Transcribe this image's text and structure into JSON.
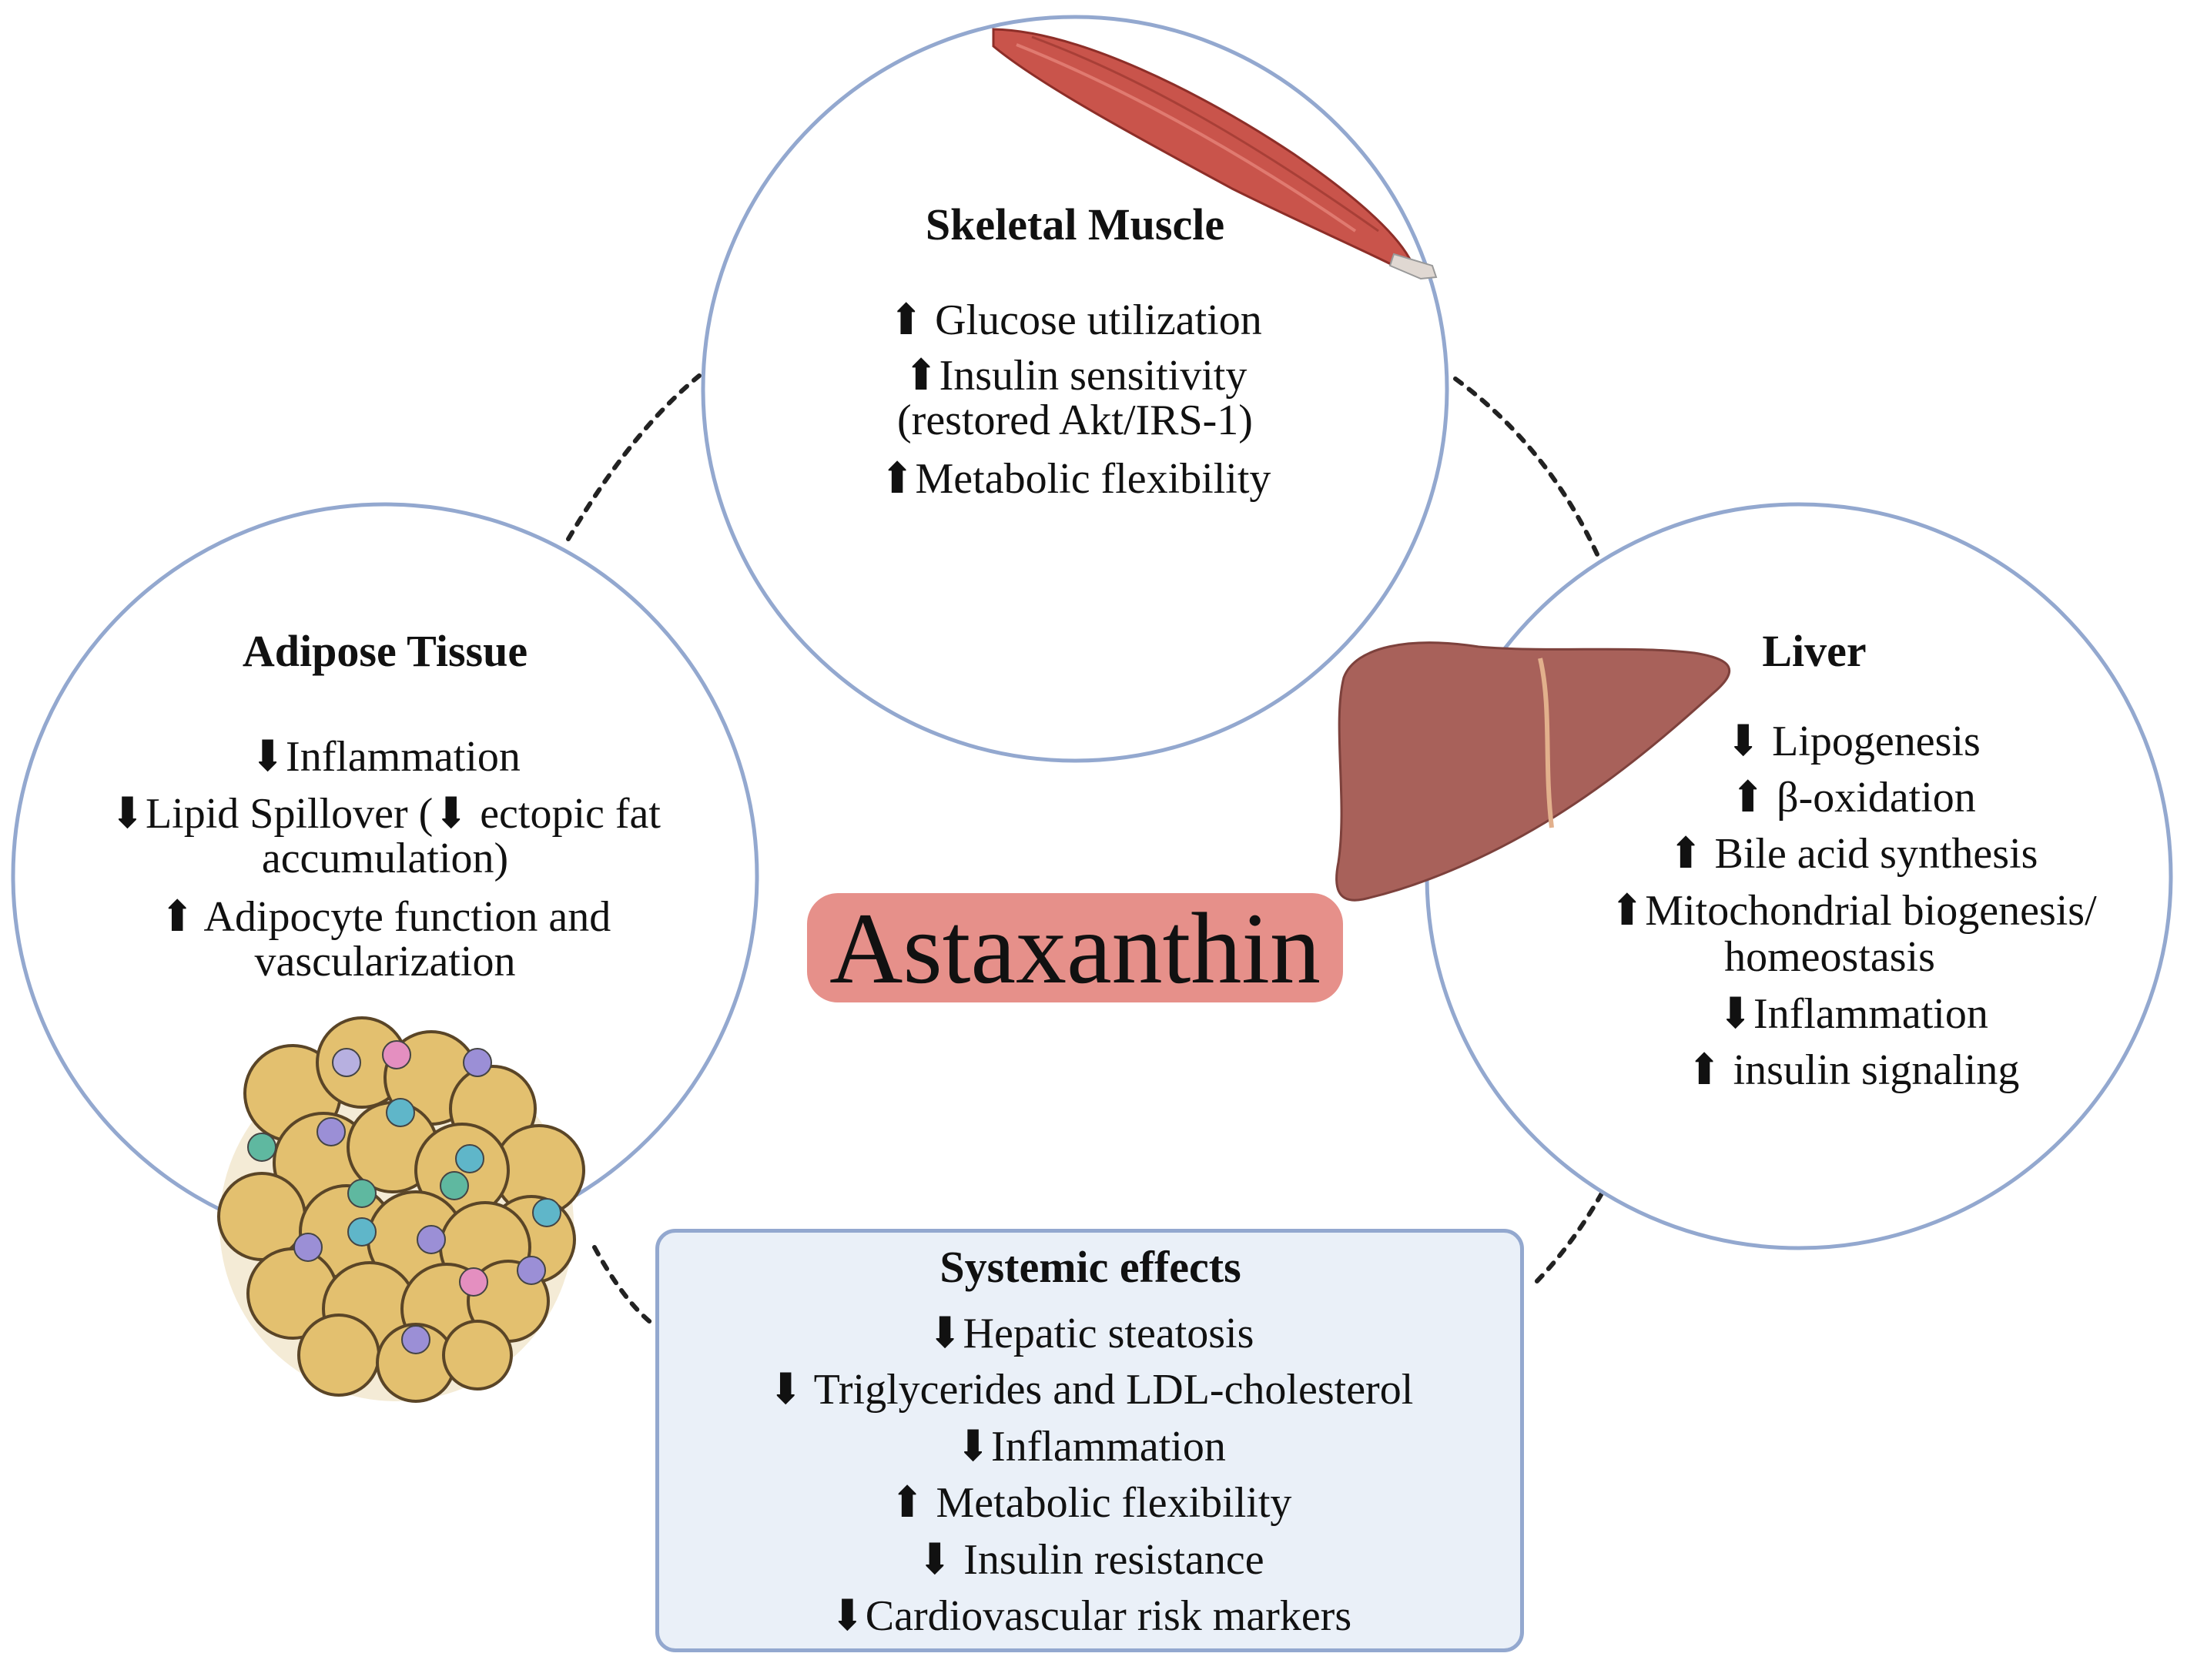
{
  "center": {
    "label": "Astaxanthin"
  },
  "skeletal_muscle": {
    "title": "Skeletal Muscle",
    "lines": [
      "⬆ Glucose utilization",
      "⬆Insulin sensitivity",
      "(restored Akt/IRS-1)",
      "⬆Metabolic flexibility"
    ]
  },
  "adipose": {
    "title": "Adipose Tissue",
    "lines": [
      "⬇Inflammation",
      "⬇Lipid Spillover (⬇ ectopic fat",
      "accumulation)",
      "⬆ Adipocyte function and",
      "vascularization"
    ]
  },
  "liver": {
    "title": "Liver",
    "lines": [
      "⬇ Lipogenesis",
      "⬆ β-oxidation",
      "⬆ Bile acid synthesis",
      "⬆Mitochondrial biogenesis/",
      "homeostasis",
      "⬇Inflammation",
      "⬆ insulin signaling"
    ]
  },
  "systemic": {
    "title": "Systemic effects",
    "lines": [
      "⬇Hepatic steatosis",
      "⬇ Triglycerides and LDL-cholesterol",
      "⬇Inflammation",
      "⬆ Metabolic flexibility",
      "⬇ Insulin resistance",
      "⬇Cardiovascular risk markers"
    ]
  },
  "colors": {
    "circle_stroke": "#93a8cf",
    "center_fill": "#e6908a",
    "box_fill": "#eaf0f8",
    "muscle": "#c9544b",
    "liver": "#a8615a",
    "fat_cell": "#e3c06f"
  },
  "icons": [
    "muscle-icon",
    "liver-icon",
    "adipose-tissue-icon"
  ]
}
